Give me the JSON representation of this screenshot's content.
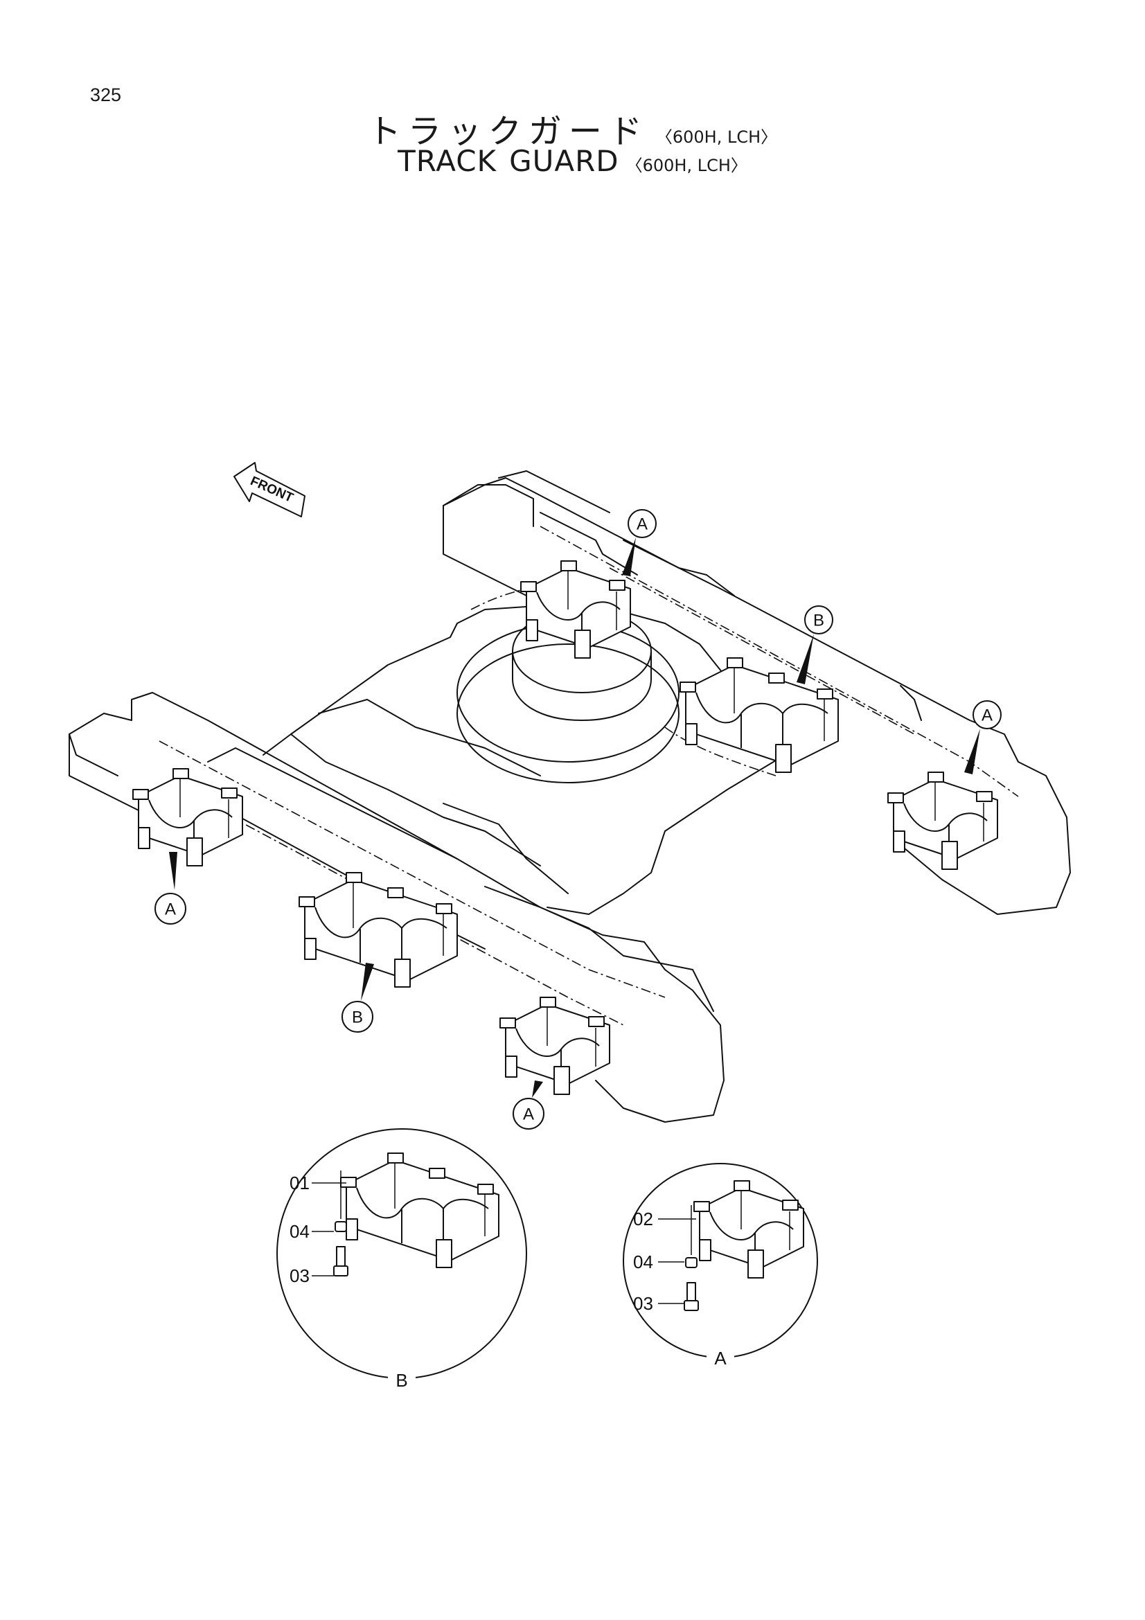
{
  "page": {
    "number": "325",
    "title_jp": "トラックガード",
    "title_jp_variant": "〈600H, LCH〉",
    "title_en_word1": "TRACK",
    "title_en_word2": "GUARD",
    "title_en_variant": "〈600H, LCH〉"
  },
  "diagram": {
    "front_arrow_label": "FRONT",
    "callouts": {
      "a_top": "A",
      "b_top": "B",
      "a_right": "A",
      "a_left": "A",
      "b_bottom": "B",
      "a_bottom": "A"
    },
    "detail_b": {
      "label": "B",
      "parts": [
        "01",
        "04",
        "03"
      ]
    },
    "detail_a": {
      "label": "A",
      "parts": [
        "02",
        "04",
        "03"
      ]
    }
  }
}
